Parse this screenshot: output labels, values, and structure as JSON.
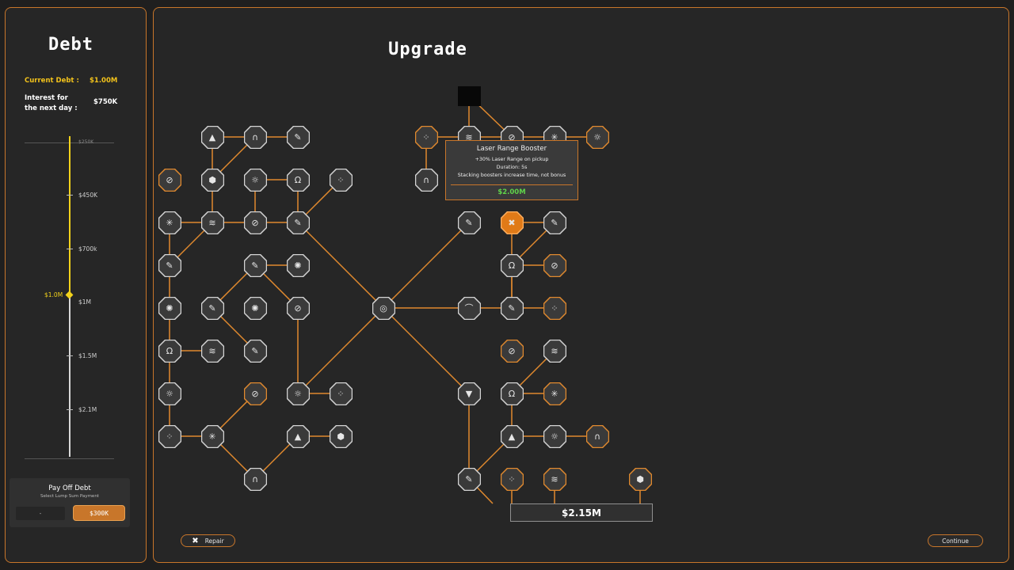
{
  "debt": {
    "title": "Debt",
    "current_debt_label": "Current Debt :",
    "current_debt_value": "$1.00M",
    "interest_label": "Interest for the next day :",
    "interest_value": "$750K",
    "slider": {
      "top_label": "$250K",
      "ticks": [
        "$450K",
        "$700k",
        "$1M",
        "$1.5M",
        "$2.1M"
      ],
      "marker_label": "$1.0M",
      "level": 0.49
    },
    "payoff": {
      "title": "Pay Off Debt",
      "subtitle": "Select Lump Sum Payment",
      "input_value": "-",
      "button_label": "$300K"
    }
  },
  "upgrade": {
    "title": "Upgrade",
    "tooltip": {
      "title": "Laser Range Booster",
      "lines": [
        "+30% Laser Range on pickup",
        "Duration: 5s",
        "Stacking boosters increase time, not bonus"
      ],
      "price": "$2.00M"
    },
    "total": "$2.15M",
    "repair_label": "Repair",
    "continue_label": "Continue"
  },
  "colors": {
    "accent": "#c8762a",
    "debt_yellow": "#f2c21b",
    "price_green": "#5fd34a",
    "node_fill": "#c9c9c9"
  }
}
